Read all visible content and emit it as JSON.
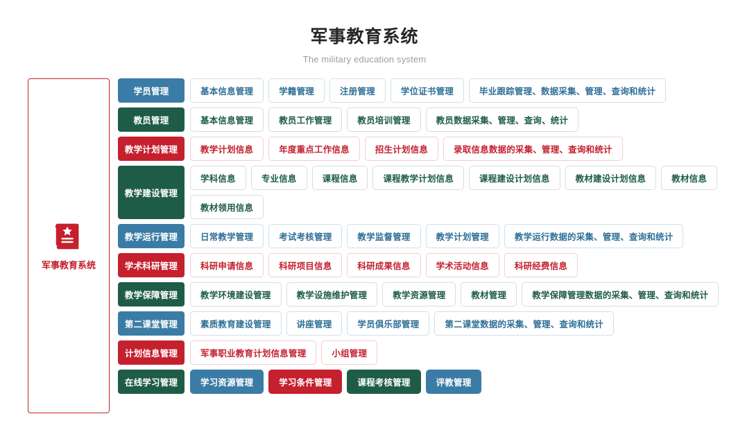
{
  "header": {
    "title": "军事教育系统",
    "subtitle": "The military education system"
  },
  "root": {
    "label": "军事教育系统",
    "icon": "book-star-icon",
    "color": "#c5202e"
  },
  "colors": {
    "blue": "#3a7ca5",
    "green": "#1e5c47",
    "red": "#c5202e",
    "chip_blue_text": "#2f6f96",
    "title": "#262626",
    "subtitle": "#9d9d9d"
  },
  "rows": [
    {
      "category": "学员管理",
      "color": "blue",
      "filled_items": false,
      "items": [
        "基本信息管理",
        "学籍管理",
        "注册管理",
        "学位证书管理",
        "毕业跟踪管理、数据采集、管理、查询和统计"
      ]
    },
    {
      "category": "教员管理",
      "color": "green",
      "filled_items": false,
      "items": [
        "基本信息管理",
        "教员工作管理",
        "教员培训管理",
        "教员数据采集、管理、查询、统计"
      ]
    },
    {
      "category": "教学计划管理",
      "color": "red",
      "filled_items": false,
      "items": [
        "教学计划信息",
        "年度重点工作信息",
        "招生计划信息",
        "录取信息数据的采集、管理、查询和统计"
      ]
    },
    {
      "category": "教学建设管理",
      "color": "green",
      "filled_items": false,
      "items": [
        "学科信息",
        "专业信息",
        "课程信息",
        "课程教学计划信息",
        "课程建设计划信息",
        "教材建设计划信息",
        "教材信息",
        "教材领用信息"
      ]
    },
    {
      "category": "教学运行管理",
      "color": "blue",
      "filled_items": false,
      "items": [
        "日常教学管理",
        "考试考核管理",
        "教学监督管理",
        "教学计划管理",
        "教学运行数据的采集、管理、查询和统计"
      ]
    },
    {
      "category": "学术科研管理",
      "color": "red",
      "filled_items": false,
      "items": [
        "科研申请信息",
        "科研项目信息",
        "科研成果信息",
        "学术活动信息",
        "科研经费信息"
      ]
    },
    {
      "category": "教学保障管理",
      "color": "green",
      "filled_items": false,
      "items": [
        "教学环境建设管理",
        "教学设施维护管理",
        "教学资源管理",
        "教材管理",
        "教学保障管理数据的采集、管理、查询和统计"
      ]
    },
    {
      "category": "第二课堂管理",
      "color": "blue",
      "filled_items": false,
      "items": [
        "素质教育建设管理",
        "讲座管理",
        "学员俱乐部管理",
        "第二课堂数据的采集、管理、查询和统计"
      ]
    },
    {
      "category": "计划信息管理",
      "color": "red",
      "filled_items": false,
      "items": [
        "军事职业教育计划信息管理",
        "小组管理"
      ]
    },
    {
      "category": "在线学习管理",
      "color": "green",
      "filled_items": true,
      "items": [
        "学习资源管理",
        "学习条件管理",
        "课程考核管理",
        "评教管理"
      ],
      "item_colors": [
        "blue",
        "red",
        "green",
        "blue"
      ]
    }
  ]
}
